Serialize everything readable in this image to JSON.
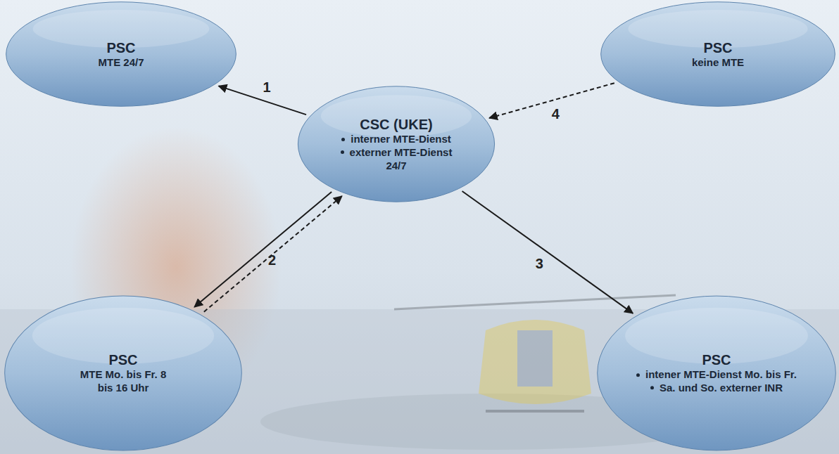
{
  "diagram": {
    "nodes": [
      {
        "text": [
          "PSC",
          "MTE 24/7"
        ]
      },
      {
        "text": [
          "PSC",
          "keine MTE"
        ]
      },
      {
        "text": [
          "CSC (UKE)",
          "interner MTE-Dienst",
          "externer MTE-Dienst 24/7"
        ]
      },
      {
        "text": [
          "PSC",
          "MTE Mo. bis Fr. 8 bis 16 Uhr"
        ]
      },
      {
        "text": [
          "PSC",
          "intener MTE-Dienst Mo. bis Fr.",
          "Sa. und So. externer INR"
        ]
      }
    ],
    "edges": [
      {
        "from": 2,
        "to": 0,
        "arrow": "to",
        "label": "1"
      },
      {
        "from": 2,
        "to": 3,
        "arrow": "to",
        "label": "2"
      },
      {
        "from": 3,
        "to": 2,
        "arrow": "to"
      },
      {
        "from": 2,
        "to": 4,
        "arrow": "to",
        "label": "3"
      },
      {
        "from": 1,
        "to": 2,
        "arrow": "to",
        "label": "4"
      }
    ]
  }
}
